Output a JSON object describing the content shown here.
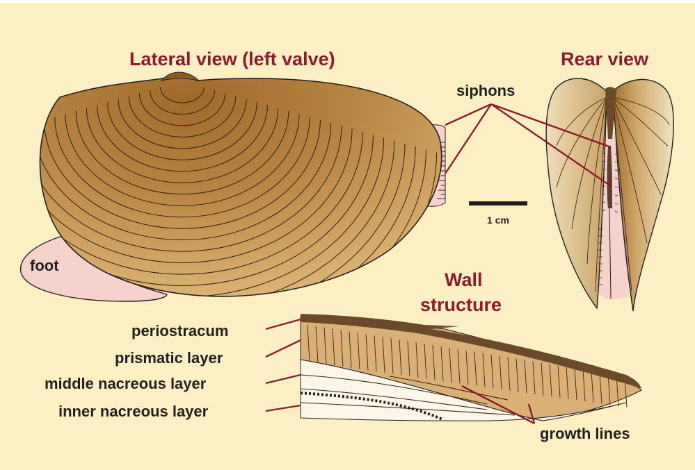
{
  "panels": {
    "lateral_title": "Lateral view (left valve)",
    "rear_title": "Rear view",
    "wall_title_line1": "Wall",
    "wall_title_line2": "structure"
  },
  "labels": {
    "siphons": "siphons",
    "foot": "foot",
    "scale": "1 cm",
    "growth_lines": "growth lines",
    "layers": [
      "periostracum",
      "prismatic layer",
      "middle nacreous layer",
      "inner nacreous layer"
    ]
  },
  "colors": {
    "background": "#fcefc4",
    "title_red": "#8a1c2b",
    "leader_line": "#8a1c2b",
    "shell_light": "#d8b06f",
    "shell_dark": "#9d6a2a",
    "soft_tissue_pink": "#f6d2cc",
    "periostracum": "#6b4a2c",
    "prismatic": "#d8b078",
    "nacre": "#fbf6e8"
  }
}
